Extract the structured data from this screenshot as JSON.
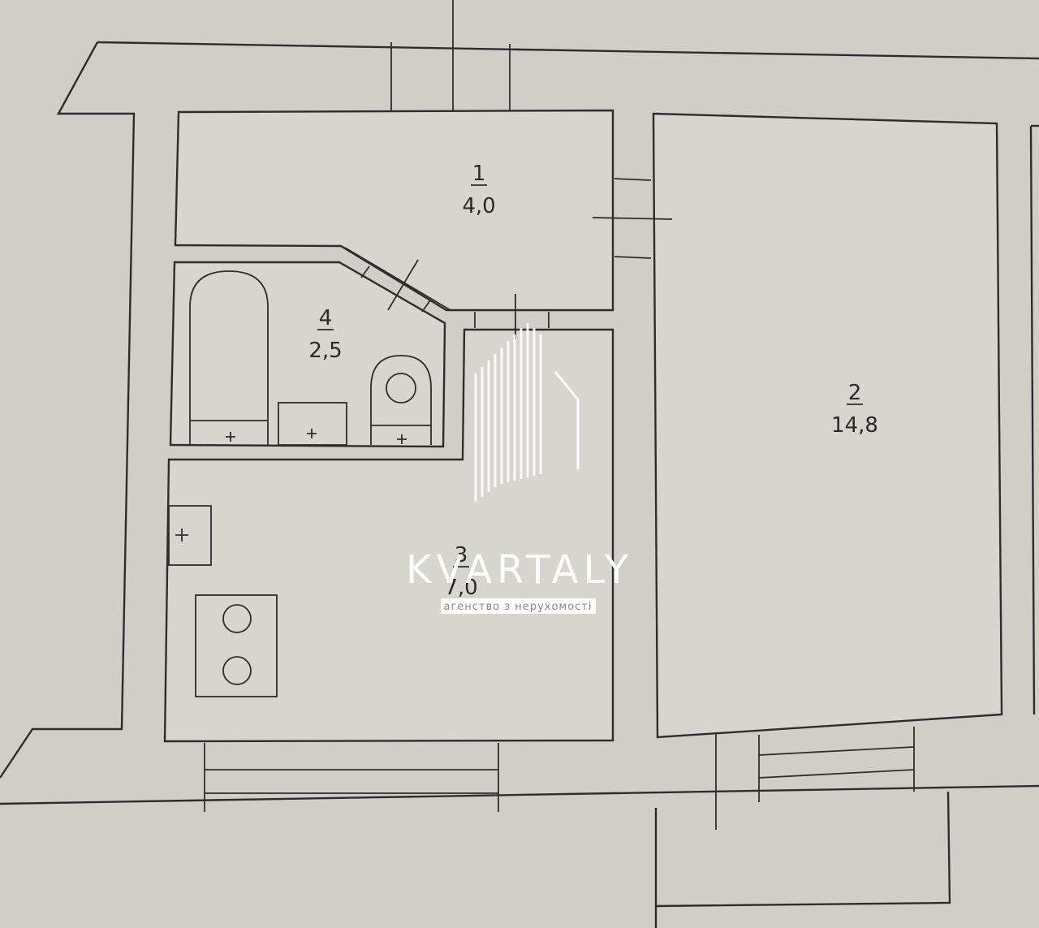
{
  "rooms": [
    {
      "id": "1",
      "number": "1",
      "area": "4,0"
    },
    {
      "id": "2",
      "number": "2",
      "area": "14,8"
    },
    {
      "id": "3",
      "number": "3",
      "area": "7,0"
    },
    {
      "id": "4",
      "number": "4",
      "area": "2,5"
    }
  ],
  "watermark": {
    "brand": "KVARTALY",
    "tagline": "агенство з нерухомості"
  },
  "colors": {
    "paper": "#cfcfc8",
    "line": "#2d2d2d",
    "watermark": "#ffffff"
  }
}
